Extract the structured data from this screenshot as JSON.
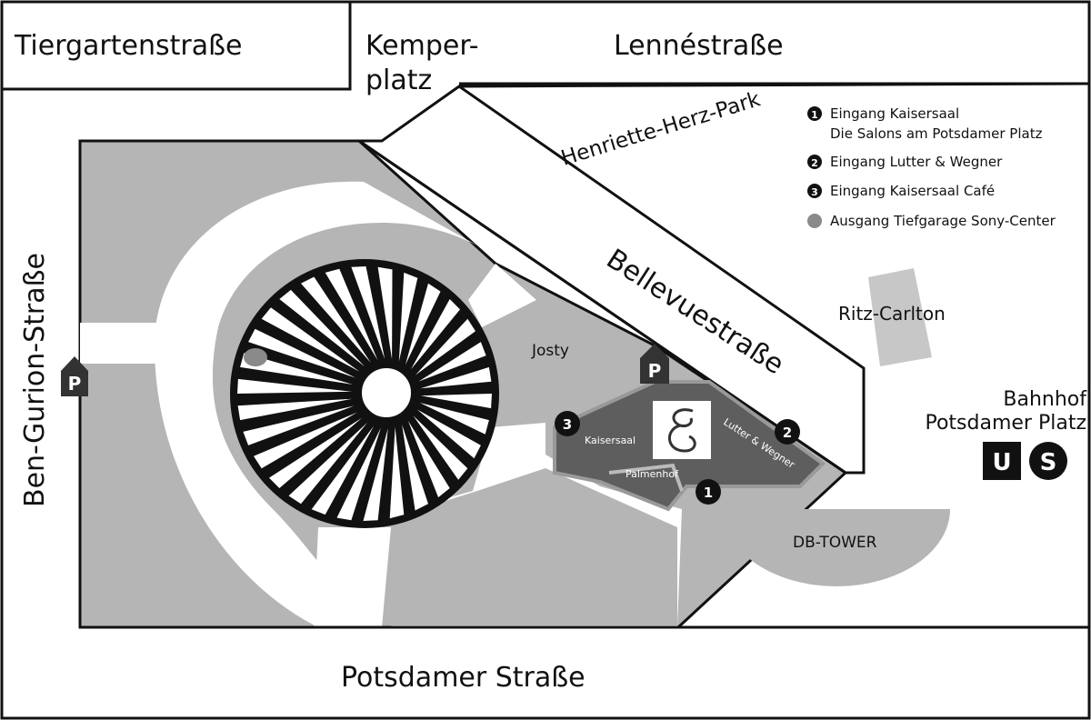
{
  "map": {
    "streets": {
      "tiergarten": "Tiergartenstraße",
      "kemper_line1": "Kemper-",
      "kemper_line2": "platz",
      "lenne": "Lennéstraße",
      "ben_gurion": "Ben-Gurion-Straße",
      "bellevue": "Bellevuestraße",
      "potsdamer": "Potsdamer Straße"
    },
    "park": "Henriette-Herz-Park",
    "places": {
      "josty": "Josty",
      "kaisersaal": "Kaisersaal",
      "palmenhof": "Palmenhof",
      "lutter_wegner": "Lutter & Wegner",
      "ritz_carlton": "Ritz-Carlton",
      "db_tower": "DB-TOWER"
    },
    "station": {
      "line1": "Bahnhof",
      "line2": "Potsdamer Platz",
      "ubahn": "U",
      "sbahn": "S"
    },
    "parking_label": "P",
    "markers": {
      "m1": "1",
      "m2": "2",
      "m3": "3"
    },
    "legend": [
      {
        "marker": "1",
        "text": "Eingang Kaisersaal"
      },
      {
        "marker": "",
        "text": "Die Salons am Potsdamer Platz"
      },
      {
        "marker": "2",
        "text": "Eingang Lutter & Wegner"
      },
      {
        "marker": "3",
        "text": "Eingang Kaisersaal Café"
      },
      {
        "marker": "",
        "text": "Ausgang Tiefgarage Sony-Center"
      }
    ],
    "colors": {
      "block_fill": "#b5b5b5",
      "dark_fill": "#5e5e5e",
      "road_fill": "#ffffff",
      "ink": "#111111",
      "exit_dot": "#8a8a8a"
    }
  }
}
